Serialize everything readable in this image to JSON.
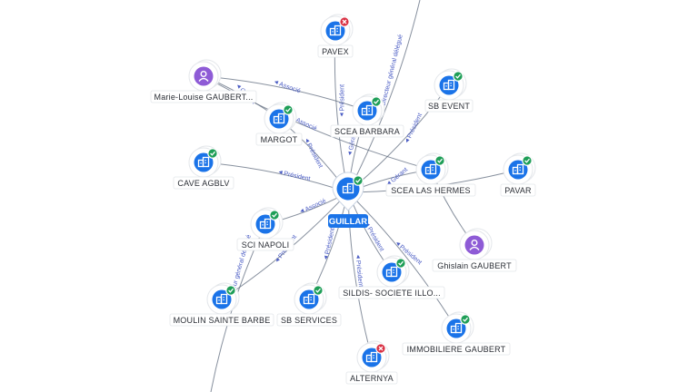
{
  "colors": {
    "company": "#1a73e8",
    "person": "#8e5bd6",
    "active_badge": "#1e9e57",
    "closed_badge": "#d93043",
    "edge_label": "#4a5cc4"
  },
  "nodes": [
    {
      "id": "guillar",
      "label": "GUILLAR",
      "kind": "company",
      "icon": "building-icon",
      "status": "active",
      "center": true
    },
    {
      "id": "pavex",
      "label": "PAVEX",
      "kind": "company",
      "icon": "building-icon",
      "status": "closed"
    },
    {
      "id": "marie",
      "label": "Marie-Louise GAUBERT...",
      "kind": "person",
      "icon": "person-icon",
      "status": "none"
    },
    {
      "id": "sbevent",
      "label": "SB EVENT",
      "kind": "company",
      "icon": "building-icon",
      "status": "active"
    },
    {
      "id": "margot",
      "label": "MARGOT",
      "kind": "company",
      "icon": "building-icon",
      "status": "active"
    },
    {
      "id": "barbara",
      "label": "SCEA BARBARA",
      "kind": "company",
      "icon": "building-icon",
      "status": "active"
    },
    {
      "id": "cave",
      "label": "CAVE AGBLV",
      "kind": "company",
      "icon": "building-icon",
      "status": "active"
    },
    {
      "id": "hermes",
      "label": "SCEA LAS HERMES",
      "kind": "company",
      "icon": "building-icon",
      "status": "active"
    },
    {
      "id": "pavar",
      "label": "PAVAR",
      "kind": "company",
      "icon": "building-icon",
      "status": "active"
    },
    {
      "id": "napoli",
      "label": "SCI NAPOLI",
      "kind": "company",
      "icon": "building-icon",
      "status": "active"
    },
    {
      "id": "ghislain",
      "label": "Ghislain GAUBERT",
      "kind": "person",
      "icon": "person-icon",
      "status": "none"
    },
    {
      "id": "sildis",
      "label": "SILDIS- SOCIETE ILLO...",
      "kind": "company",
      "icon": "building-icon",
      "status": "active"
    },
    {
      "id": "moulin",
      "label": "MOULIN SAINTE BARBE",
      "kind": "company",
      "icon": "building-icon",
      "status": "active"
    },
    {
      "id": "sbservices",
      "label": "SB SERVICES",
      "kind": "company",
      "icon": "building-icon",
      "status": "active"
    },
    {
      "id": "immo",
      "label": "IMMOBILIERE GAUBERT",
      "kind": "company",
      "icon": "building-icon",
      "status": "active"
    },
    {
      "id": "alternya",
      "label": "ALTERNYA",
      "kind": "company",
      "icon": "building-icon",
      "status": "closed"
    }
  ],
  "edges": [
    {
      "from": "guillar",
      "to": "pavex",
      "label": "Président"
    },
    {
      "from": "guillar",
      "to": "margot",
      "label": "Président"
    },
    {
      "from": "guillar",
      "to": "barbara",
      "label": "Gérant"
    },
    {
      "from": "guillar",
      "to": "cave",
      "label": "Président"
    },
    {
      "from": "guillar",
      "to": "hermes",
      "label": "Gérant"
    },
    {
      "from": "guillar",
      "to": "sbevent",
      "label": "Président"
    },
    {
      "from": "guillar",
      "to": "napoli",
      "label": "Associé"
    },
    {
      "from": "guillar",
      "to": "sildis",
      "label": "Président"
    },
    {
      "from": "guillar",
      "to": "sbservices",
      "label": "Président"
    },
    {
      "from": "guillar",
      "to": "alternya",
      "label": "Président"
    },
    {
      "from": "guillar",
      "to": "immo",
      "label": "Président"
    },
    {
      "from": "guillar",
      "to": "pavar",
      "label": ""
    },
    {
      "from": "guillar",
      "to": "moulin",
      "label": "Président"
    },
    {
      "from": "guillar",
      "to": "offscreen_top",
      "label": "Directeur général délégué"
    },
    {
      "from": "marie",
      "to": "barbara",
      "label": "Associé"
    },
    {
      "from": "marie",
      "to": "hermes",
      "label": "Associé"
    },
    {
      "from": "marie",
      "to": "margot",
      "label": "Gérant"
    },
    {
      "from": "napoli",
      "to": "offscreen_bottom",
      "label": "Directeur général délégué"
    },
    {
      "from": "ghislain",
      "to": "hermes",
      "label": ""
    }
  ]
}
